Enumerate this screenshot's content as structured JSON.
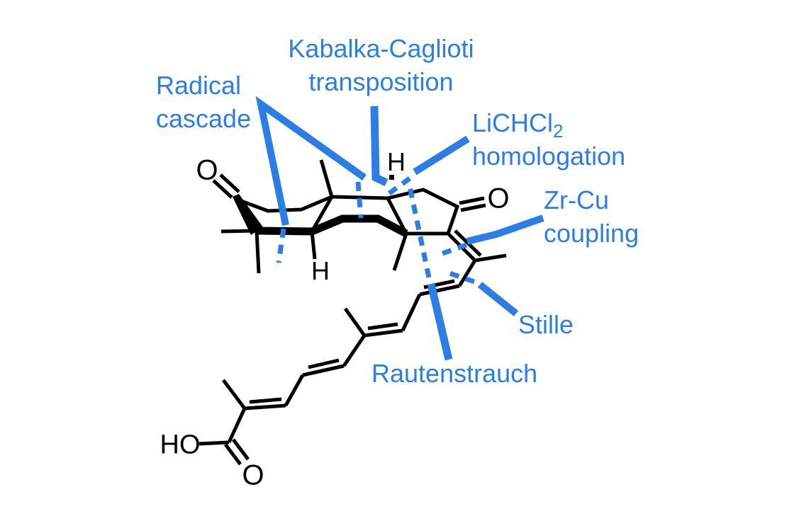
{
  "figure": {
    "type": "retrosynthetic-analysis-diagram",
    "description": "Chemical structure of a polycyclic diterpenoid natural product with a tetraene carboxylic acid side chain, annotated with blue key-disconnection labels"
  },
  "colors": {
    "background": "#ffffff",
    "annotation_blue": "#2C7EE4",
    "structure_black": "#000000"
  },
  "annotations": {
    "radical_cascade": {
      "line1": "Radical",
      "line2": "cascade"
    },
    "kabalka": {
      "line1": "Kabalka-Caglioti",
      "line2": "transposition"
    },
    "lichcl2": {
      "line1_main": "LiCHCl",
      "line1_sub": "2",
      "line2": "homologation"
    },
    "zr_cu": {
      "line1": "Zr-Cu",
      "line2": "coupling"
    },
    "stille": {
      "label": "Stille"
    },
    "rautenstrauch": {
      "label": "Rautenstrauch"
    }
  },
  "atom_labels": {
    "left_ketone_o": "O",
    "right_ketone_o": "O",
    "top_h": "H",
    "bottom_h": "H",
    "acid_ho": "HO",
    "acid_o": "O"
  }
}
